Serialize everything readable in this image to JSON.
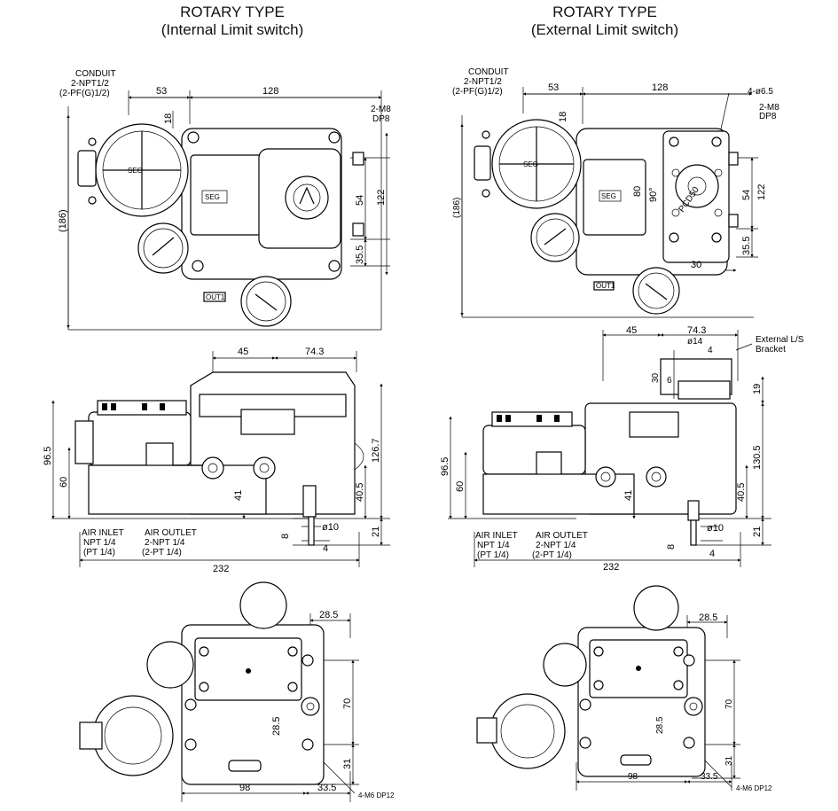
{
  "left": {
    "title": "ROTARY TYPE",
    "subtitle": "(Internal Limit switch)",
    "top_view": {
      "conduit": [
        "CONDUIT",
        "2-NPT1/2",
        "(2-PF(G)1/2)"
      ],
      "dim_53": "53",
      "dim_128": "128",
      "dim_18": "18",
      "dim_186": "(186)",
      "m8": [
        "2-M8",
        "DP8"
      ],
      "dim_54": "54",
      "dim_122": "122",
      "dim_35_5": "35.5",
      "brand": "SEG",
      "out": "OUT1"
    },
    "side_view": {
      "dim_45": "45",
      "dim_74_3": "74.3",
      "dim_96_5": "96.5",
      "dim_60": "60",
      "dim_41": "41",
      "dim_126_7": "126.7",
      "dim_40_5": "40.5",
      "dim_21": "21",
      "dim_8": "8",
      "dim_d10": "ø10",
      "dim_4": "4",
      "dim_232": "232",
      "air_inlet": [
        "AIR INLET",
        "NPT 1/4",
        "(PT 1/4)"
      ],
      "air_outlet": [
        "AIR OUTLET",
        "2-NPT 1/4",
        "(2-PT 1/4)"
      ]
    },
    "bottom_view": {
      "dim_28_5a": "28.5",
      "dim_70": "70",
      "dim_28_5b": "28.5",
      "dim_31": "31",
      "dim_98": "98",
      "dim_33_5": "33.5",
      "m6": "4-M6 DP12"
    }
  },
  "right": {
    "title": "ROTARY TYPE",
    "subtitle": "(External Limit switch)",
    "top_view": {
      "conduit": [
        "CONDUIT",
        "2-NPT1/2",
        "(2-PF(G)1/2)"
      ],
      "dim_53": "53",
      "dim_128": "128",
      "dim_186": "(186)",
      "dim_18": "18",
      "holes": "4-ø6.5",
      "m8": [
        "2-M8",
        "DP8"
      ],
      "dim_80": "80",
      "dim_90": "90°",
      "dim_54": "54",
      "dim_122": "122",
      "dim_35_5": "35.5",
      "dim_30": "30",
      "pcd": "PCD50",
      "brand": "SEG",
      "out": "OUT1"
    },
    "side_view": {
      "dim_45": "45",
      "dim_74_3": "74.3",
      "dim_d14": "ø14",
      "dim_4a": "4",
      "dim_30": "30",
      "dim_6": "6",
      "dim_19": "19",
      "bracket": [
        "External L/S",
        "Bracket"
      ],
      "dim_96_5": "96.5",
      "dim_60": "60",
      "dim_41": "41",
      "dim_130_5": "130.5",
      "dim_40_5": "40.5",
      "dim_21": "21",
      "dim_8": "8",
      "dim_d10": "ø10",
      "dim_4b": "4",
      "dim_232": "232",
      "air_inlet": [
        "AIR INLET",
        "NPT 1/4",
        "(PT 1/4)"
      ],
      "air_outlet": [
        "AIR OUTLET",
        "2-NPT 1/4",
        "(2-PT 1/4)"
      ]
    },
    "bottom_view": {
      "dim_28_5a": "28.5",
      "dim_70": "70",
      "dim_28_5b": "28.5",
      "dim_31": "31",
      "dim_98": "98",
      "dim_33_5": "33.5",
      "m6": "4-M6 DP12"
    }
  }
}
